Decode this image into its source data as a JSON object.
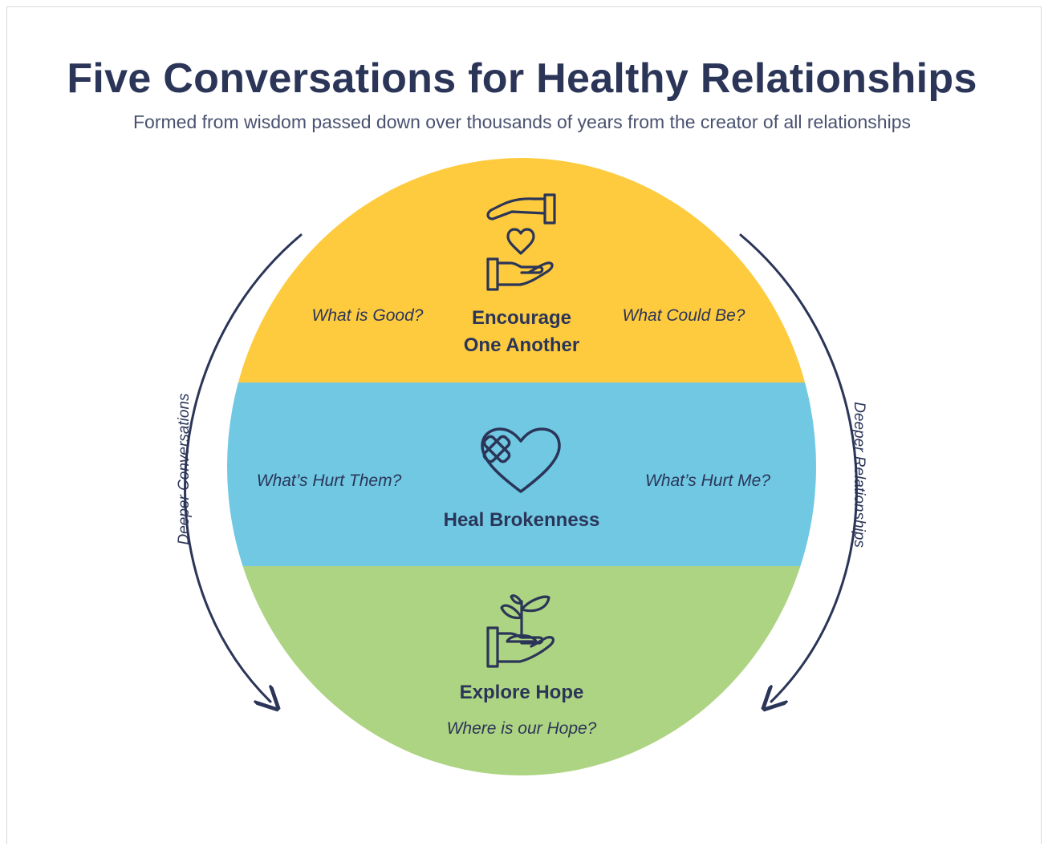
{
  "title": "Five Conversations for Healthy Relationships",
  "subtitle": "Formed from wisdom passed down over thousands of years from the creator of all relationships",
  "colors": {
    "text": "#2b3558",
    "top_band": "#fecb3e",
    "middle_band": "#70c8e3",
    "bottom_band": "#add482"
  },
  "bands": {
    "top": {
      "icon": "hands-heart-icon",
      "main_line1": "Encourage",
      "main_line2": "One Another",
      "left_question": "What is Good?",
      "right_question": "What Could Be?"
    },
    "middle": {
      "icon": "bandaged-heart-icon",
      "main": "Heal Brokenness",
      "left_question": "What’s Hurt Them?",
      "right_question": "What’s Hurt Me?"
    },
    "bottom": {
      "icon": "hand-plant-icon",
      "main": "Explore Hope",
      "question": "Where is our Hope?"
    }
  },
  "arrows": {
    "left_label": "Deeper Conversations",
    "right_label": "Deeper Relationships"
  }
}
